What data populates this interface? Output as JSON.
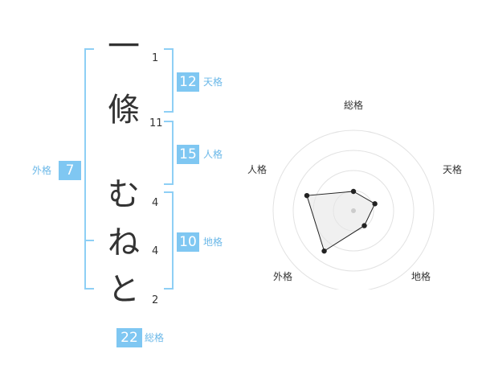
{
  "name": {
    "chars": [
      "一",
      "條",
      "む",
      "ね",
      "と"
    ],
    "strokes": [
      "1",
      "11",
      "4",
      "4",
      "2"
    ]
  },
  "fortune": {
    "tenkaku": {
      "value": "12",
      "label": "天格"
    },
    "jinkaku": {
      "value": "15",
      "label": "人格"
    },
    "chikaku": {
      "value": "10",
      "label": "地格"
    },
    "gaikaku": {
      "value": "7",
      "label": "外格"
    },
    "soukaku": {
      "value": "22",
      "label": "総格"
    }
  },
  "radar": {
    "axes": [
      "総格",
      "天格",
      "地格",
      "外格",
      "人格"
    ],
    "values": [
      1.2,
      1.4,
      1.15,
      3.1,
      3.05
    ],
    "max": 5,
    "rings": 4
  },
  "colors": {
    "accent": "#7fc7f2",
    "bracket": "#8ecff5",
    "radar_fill": "#e6e6e6",
    "radar_ring": "#e2e2e2"
  }
}
